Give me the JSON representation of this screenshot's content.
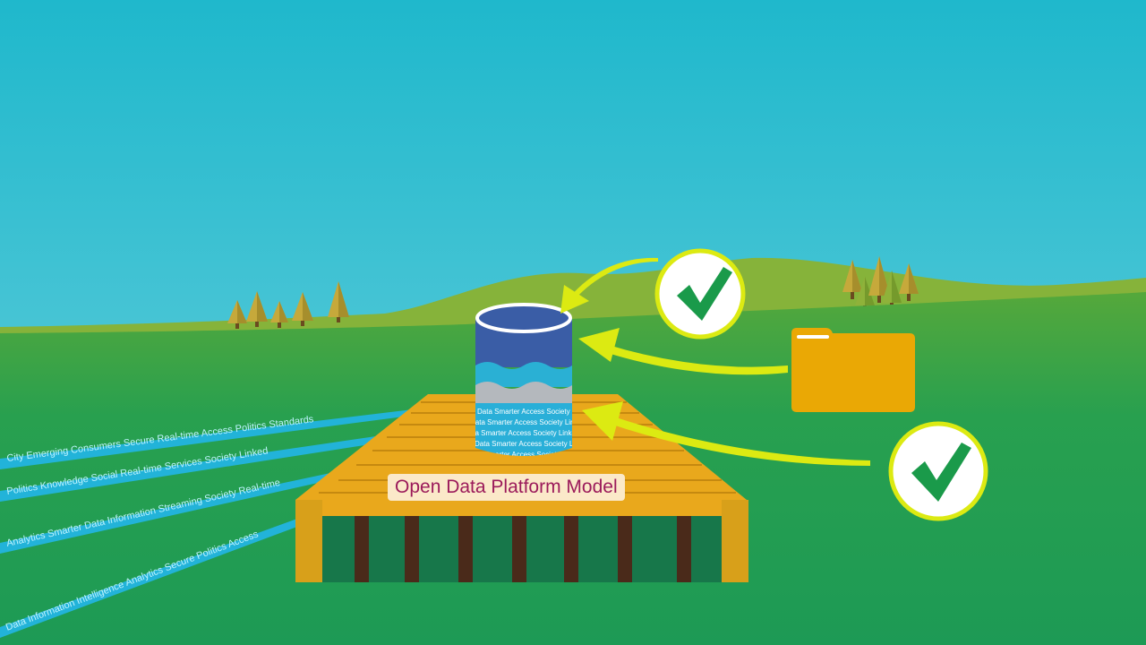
{
  "label": "Open Data Platform Model",
  "colors": {
    "sky_top": "#1fb8cc",
    "sky_bottom": "#6dd0dd",
    "hill": "#86b33a",
    "grass": "#1f9d55",
    "platform": "#e9a81c",
    "platform_dark": "#c88d12",
    "arrow": "#dcea12",
    "check": "#1a9a4a",
    "folder": "#eaa805",
    "can_blue": "#3a5da6",
    "can_cyan": "#2ab0d4",
    "can_grey": "#b4b8bd"
  },
  "icons": [
    "check-icon",
    "folder-icon",
    "data-can-icon",
    "tree-icon",
    "arrow-icon"
  ],
  "streams": [
    {
      "text": "City Emerging Consumers Secure Real-time Access Politics Standards"
    },
    {
      "text": "Politics Knowledge Social Real-time Services Society Linked"
    },
    {
      "text": "Analytics Smarter Data Information Streaming Society Real-time"
    },
    {
      "text": "Data Information Intelligence Analytics Secure Politics Access"
    }
  ],
  "can_words": "Data Smarter Access Society Linked Analytics Streaming Politics Secure Real-time City"
}
